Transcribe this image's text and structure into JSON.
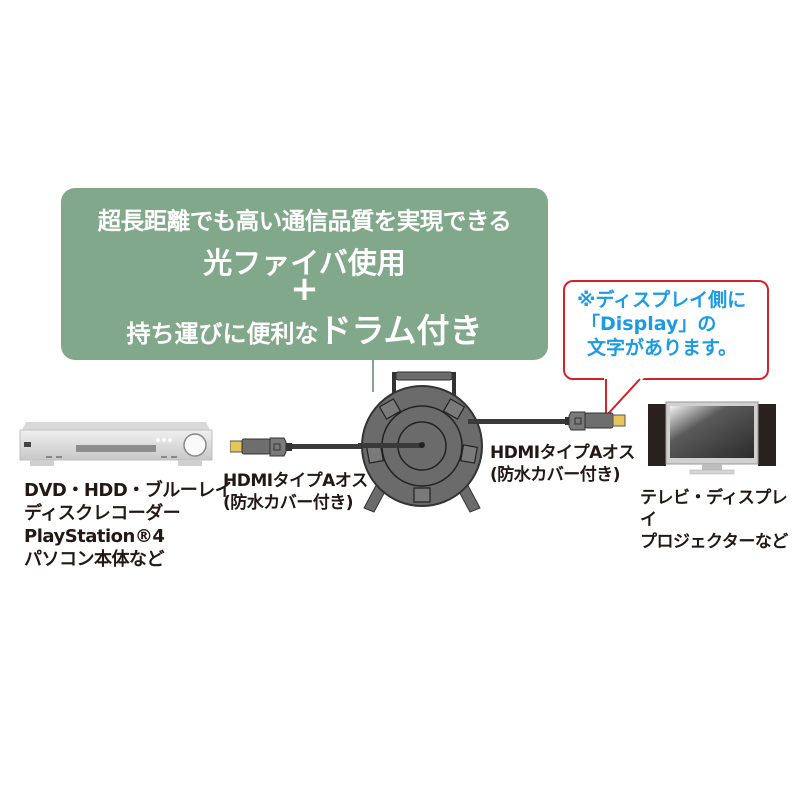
{
  "headline": {
    "line1": "超長距離でも高い通信品質を実現できる",
    "line2": "光ファイバ使用",
    "line3": "+",
    "line4_prefix": "持ち運びに便利な",
    "line4_emphasis": "ドラム付き"
  },
  "callout": {
    "line1": "※ディスプレイ側に",
    "line2": "「Display」の",
    "line3": "文字があります。",
    "border_color": "#d2232a",
    "text_color": "#1a9be3"
  },
  "source_device": {
    "icon": "dvd-recorder-icon",
    "lines": [
      "DVD・HDD・ブルーレイ",
      "ディスクレコーダー",
      "PlayStation®4",
      "パソコン本体など"
    ]
  },
  "left_connector": {
    "icon": "hdmi-plug-icon",
    "lines": [
      "HDMIタイプAオス",
      "(防水カバー付き)"
    ]
  },
  "right_connector": {
    "icon": "hdmi-plug-icon",
    "lines": [
      "HDMIタイプAオス",
      "(防水カバー付き)"
    ]
  },
  "cable_drum": {
    "icon": "cable-drum-icon"
  },
  "display_device": {
    "icon": "tv-monitor-icon",
    "lines": [
      "テレビ・ディスプレイ",
      "プロジェクターなど"
    ]
  },
  "colors": {
    "headline_bg": "#82a88b",
    "drum": "#6b6b6b",
    "cable": "#3a3a3a",
    "plug_tip": "#e8c55a"
  }
}
